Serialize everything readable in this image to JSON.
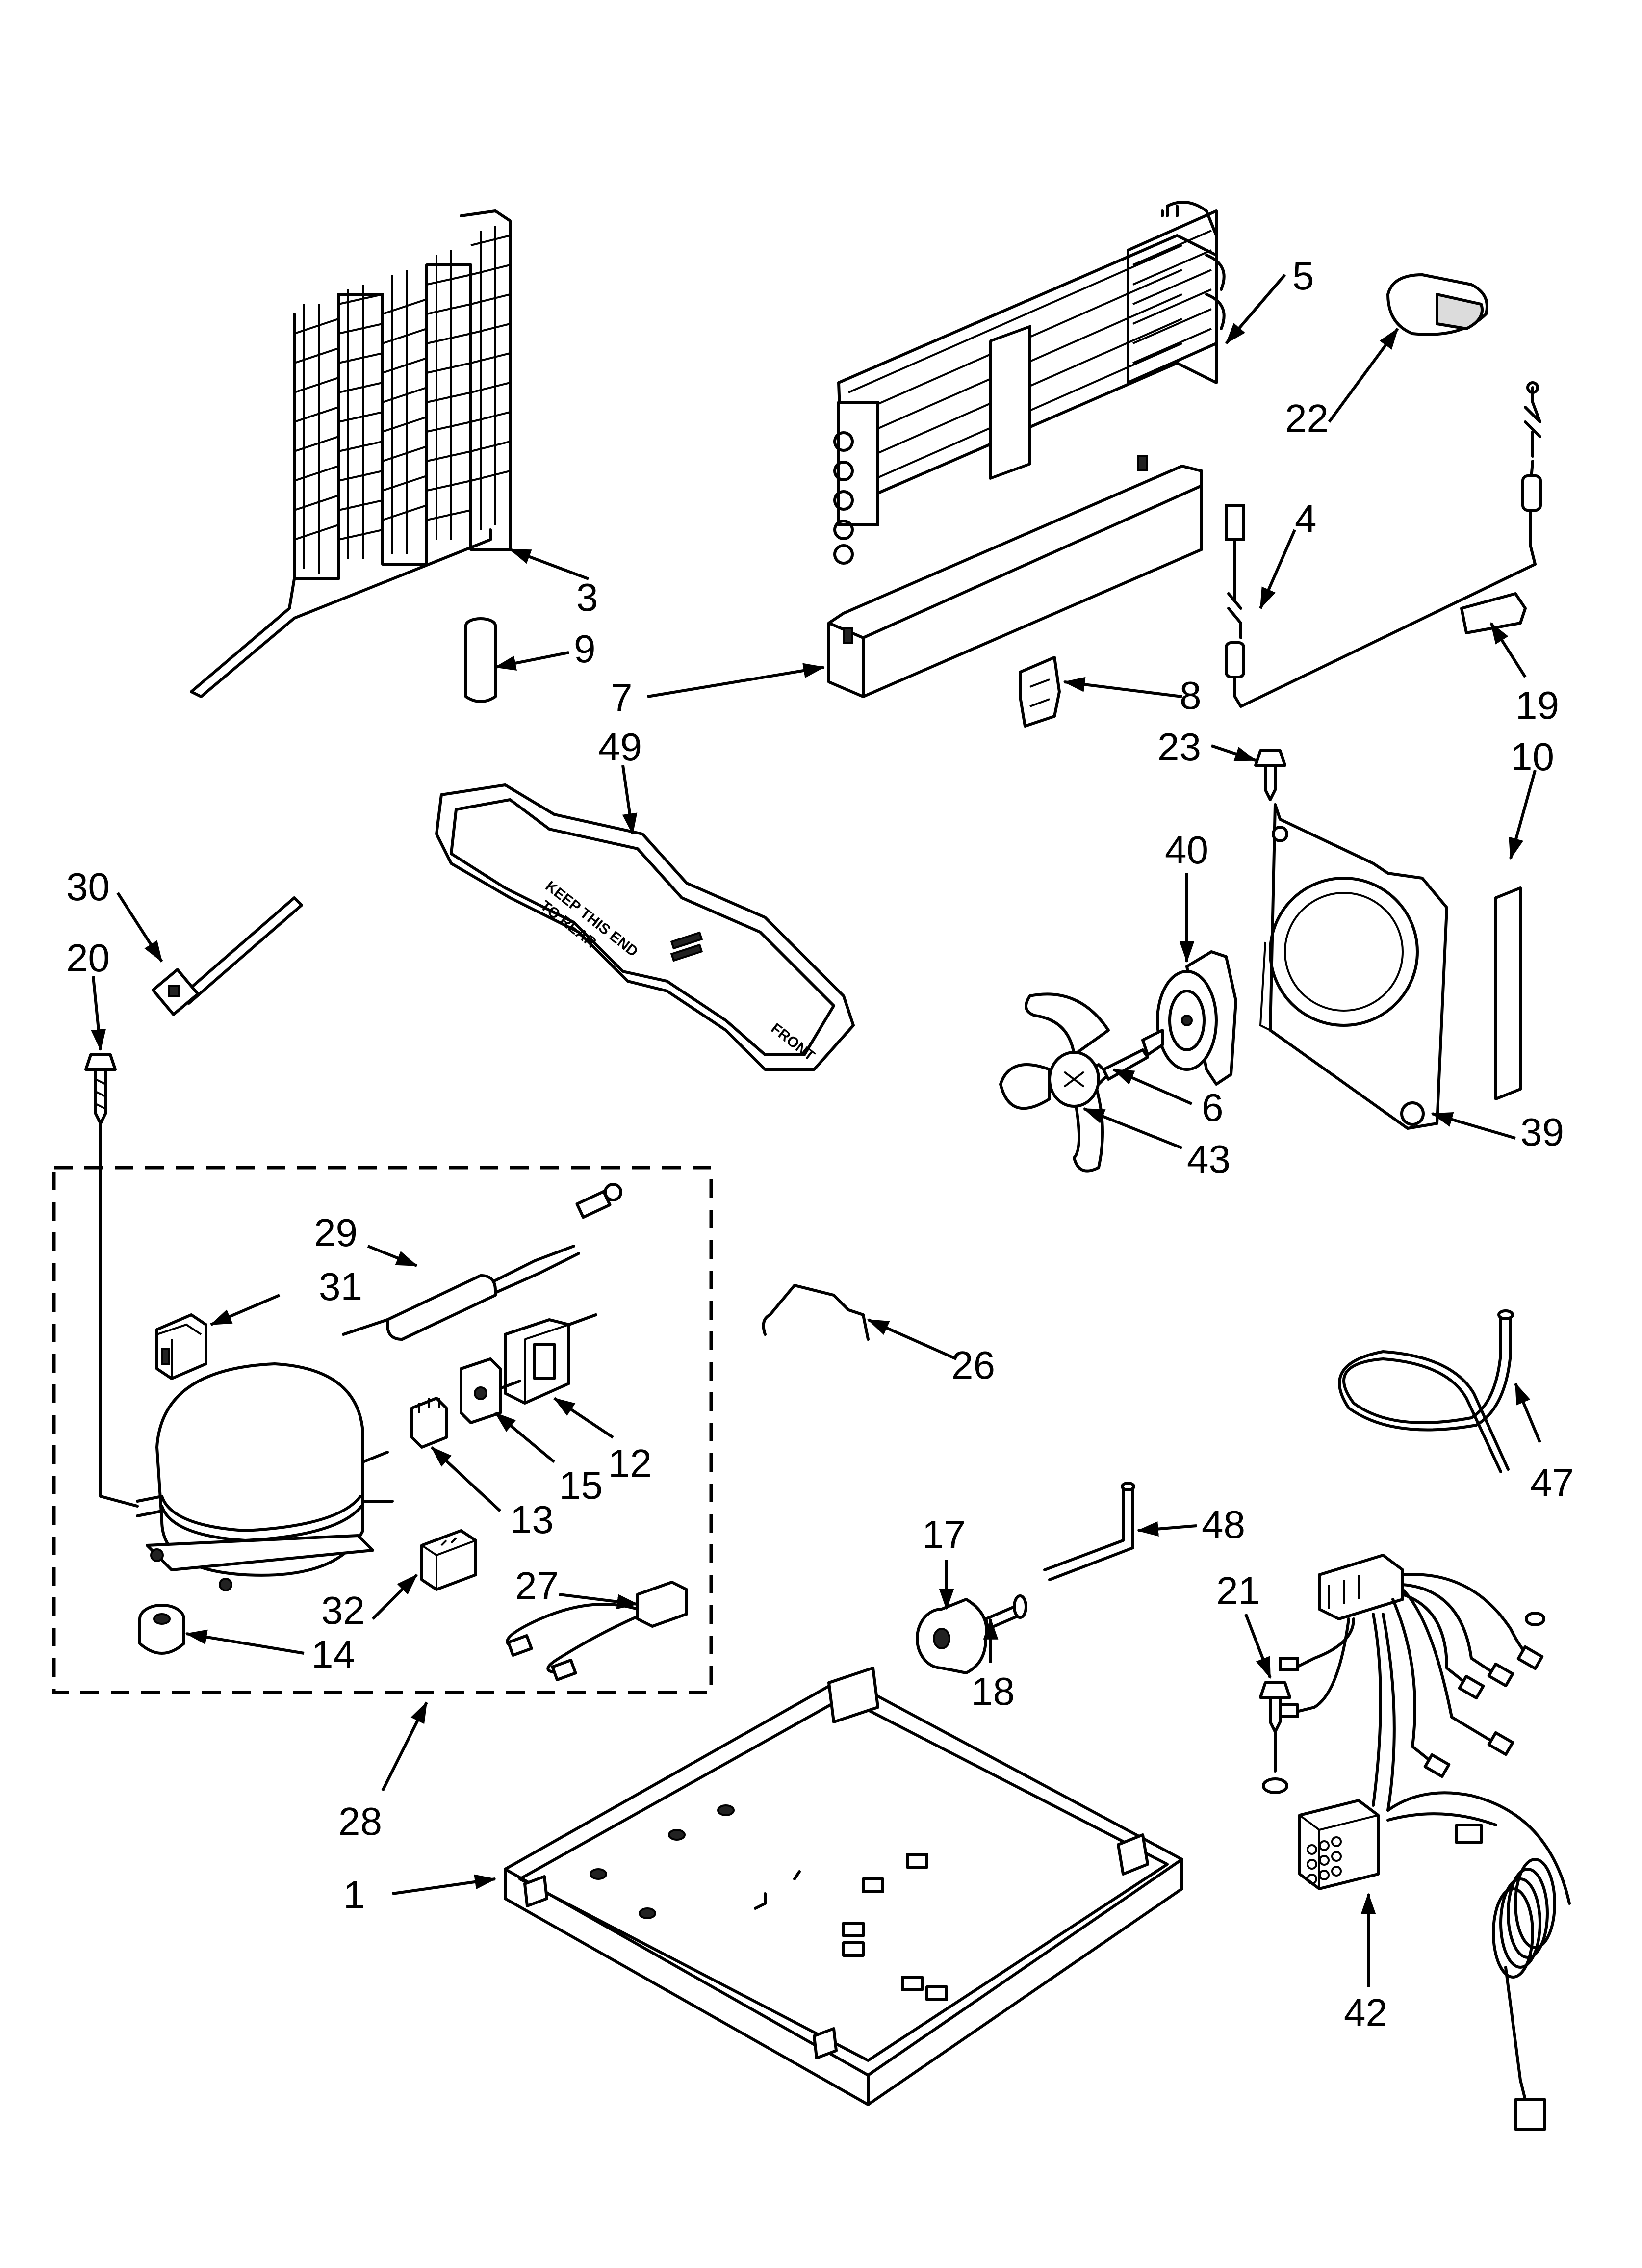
{
  "callouts": {
    "c1": "1",
    "c3": "3",
    "c4": "4",
    "c5": "5",
    "c6": "6",
    "c7": "7",
    "c8": "8",
    "c9": "9",
    "c10": "10",
    "c12": "12",
    "c13": "13",
    "c14": "14",
    "c15": "15",
    "c17": "17",
    "c18": "18",
    "c19": "19",
    "c20": "20",
    "c21": "21",
    "c22": "22",
    "c23": "23",
    "c26": "26",
    "c27": "27",
    "c28": "28",
    "c29": "29",
    "c30": "30",
    "c31": "31",
    "c32": "32",
    "c39": "39",
    "c40": "40",
    "c42": "42",
    "c43": "43",
    "c47": "47",
    "c48": "48",
    "c49": "49"
  },
  "pan_printing": {
    "line1": "KEEP THIS END",
    "line2": "TO REAR",
    "line3": "FRONT"
  }
}
